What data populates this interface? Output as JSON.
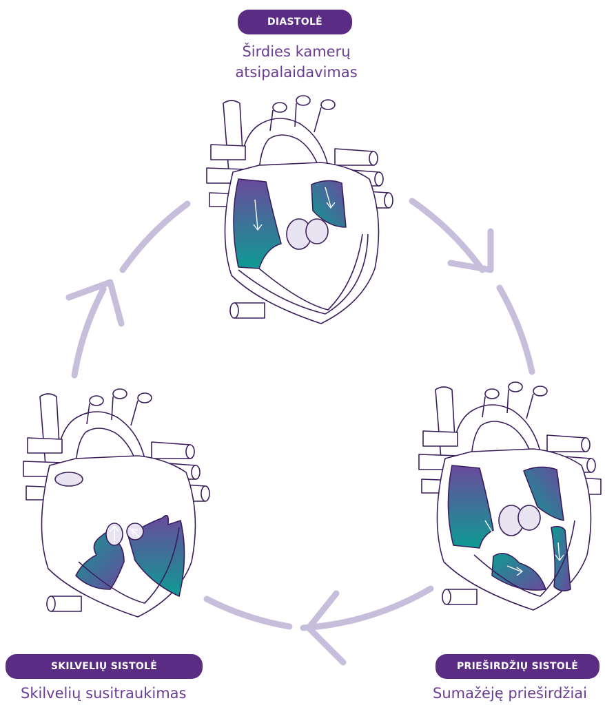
{
  "stages": [
    {
      "id": "diastole",
      "title": "DIASTOLĖ",
      "caption_line1": "Širdies kamerų",
      "caption_line2": "atsipalaidavimas"
    },
    {
      "id": "atrial",
      "title": "PRIEŠIRDŽIŲ SISTOLĖ",
      "caption_line1": "Sumažėję prieširdžiai",
      "caption_line2": ""
    },
    {
      "id": "ventricular",
      "title": "SKILVELIŲ SISTOLĖ",
      "caption_line1": "Skilvelių susitraukimas",
      "caption_line2": ""
    }
  ],
  "colors": {
    "badge": "#5b2c83",
    "caption": "#6a3d91",
    "cycle_arrow": "#c7bedc",
    "outline": "#3a1d5c",
    "blood_purple": "#6a4a9c",
    "blood_teal": "#0e9b93",
    "valve_fill": "#e9e4f2"
  }
}
